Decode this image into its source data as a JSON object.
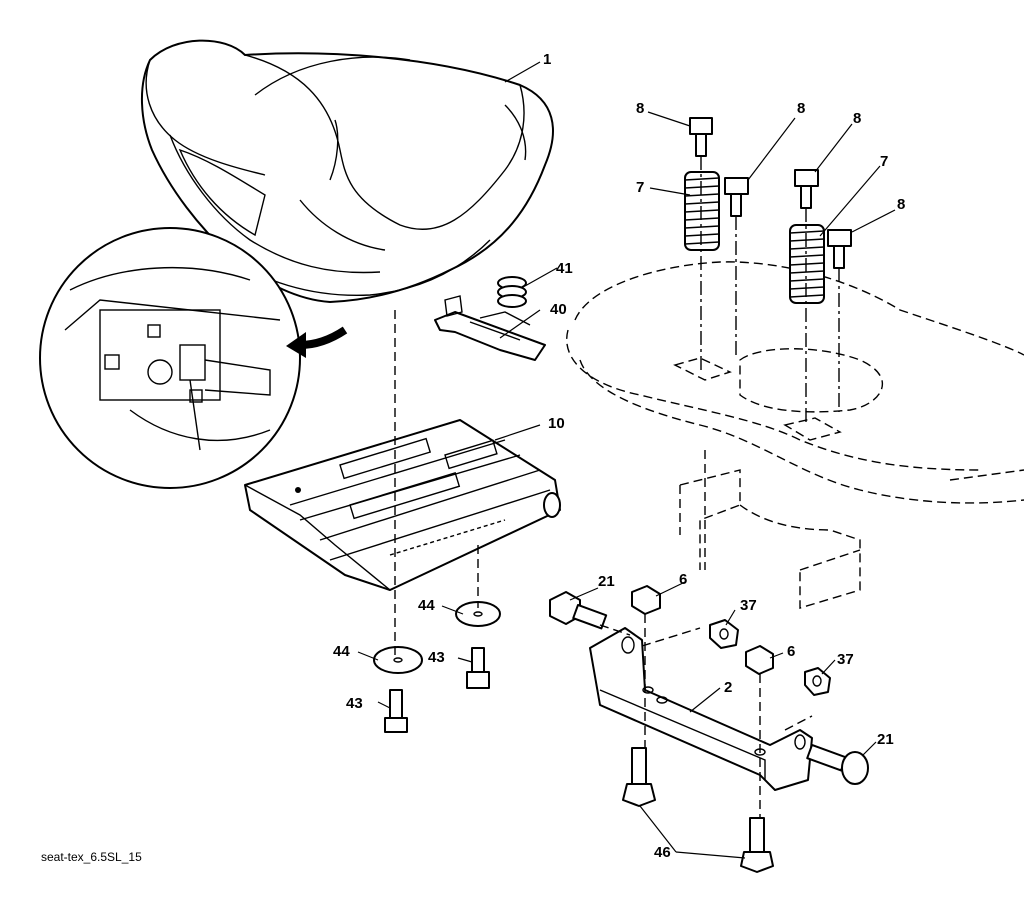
{
  "diagram": {
    "caption": "seat-tex_6.5SL_15",
    "callouts": {
      "c1": "1",
      "c2": "2",
      "c6a": "6",
      "c6b": "6",
      "c7a": "7",
      "c7b": "7",
      "c8a": "8",
      "c8b": "8",
      "c8c": "8",
      "c8d": "8",
      "c10": "10",
      "c21a": "21",
      "c21b": "21",
      "c37a": "37",
      "c37b": "37",
      "c40": "40",
      "c41": "41",
      "c43a": "43",
      "c43b": "43",
      "c44a": "44",
      "c44b": "44",
      "c46": "46"
    }
  }
}
